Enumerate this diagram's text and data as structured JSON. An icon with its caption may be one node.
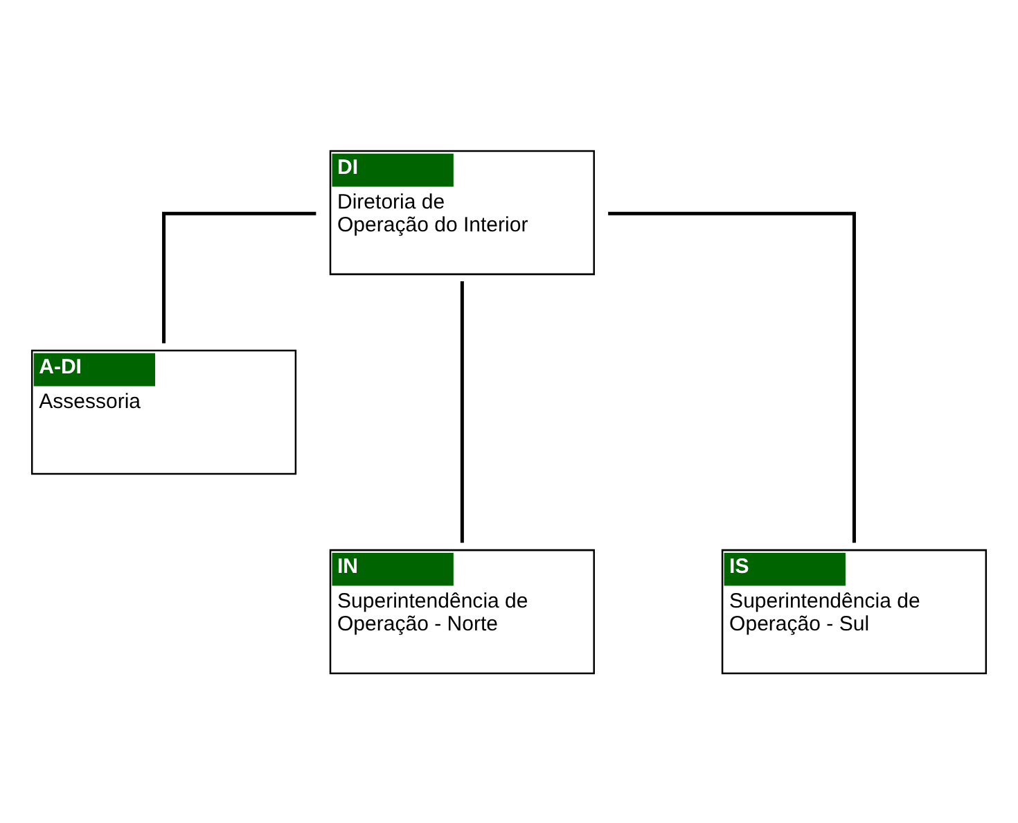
{
  "diagram": {
    "nodes": [
      {
        "text": [
          "DI",
          "Diretoria de Operação do Interior"
        ]
      },
      {
        "text": [
          "A-DI",
          "Assessoria"
        ]
      },
      {
        "text": [
          "IN",
          "Superintendência de Operação - Norte"
        ]
      },
      {
        "text": [
          "IS",
          "Superintendência de Operação - Sul"
        ]
      }
    ],
    "edges": [
      {
        "from": 0,
        "to": 1,
        "arrow": "none"
      },
      {
        "from": 0,
        "to": 2,
        "arrow": "none"
      },
      {
        "from": 0,
        "to": 3,
        "arrow": "none"
      }
    ]
  }
}
